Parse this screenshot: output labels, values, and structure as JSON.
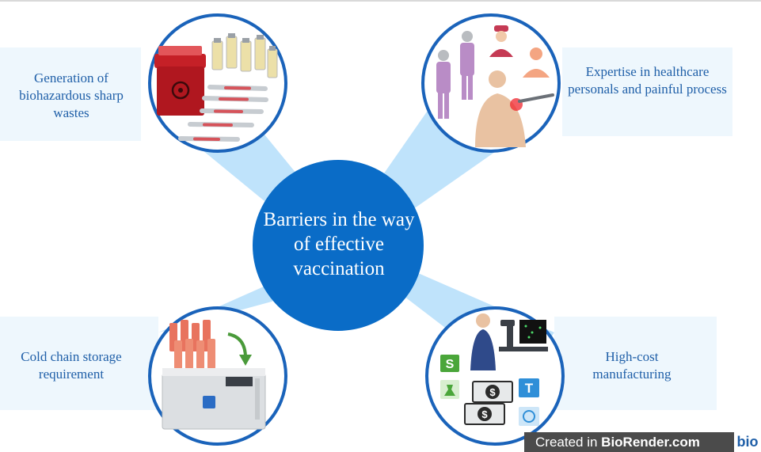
{
  "diagram": {
    "center_title": "Barriers in the way of effective vaccination",
    "barriers": [
      {
        "id": "sharp-wastes",
        "label": "Generation of biohazardous sharp wastes",
        "image": "sharps-container-vials-syringes"
      },
      {
        "id": "expertise",
        "label": "Expertise in healthcare personals and painful process",
        "image": "healthcare-workers-injection"
      },
      {
        "id": "cold-chain",
        "label": "Cold chain storage requirement",
        "image": "vials-freezer"
      },
      {
        "id": "high-cost",
        "label": "High-cost manufacturing",
        "image": "scientist-microscope-money"
      }
    ],
    "icon_text": {
      "science_letter": "S",
      "technology_letter": "T",
      "currency_symbol": "$"
    }
  },
  "credit": {
    "prefix": "Created in ",
    "brand": "BioRender.com",
    "logo": "bio"
  },
  "colors": {
    "hub": "#0a6cc7",
    "ring": "#1a63ba",
    "connector": "#bfe3fb",
    "label_text": "#1f5fa8",
    "label_band": "#eef7fd"
  }
}
